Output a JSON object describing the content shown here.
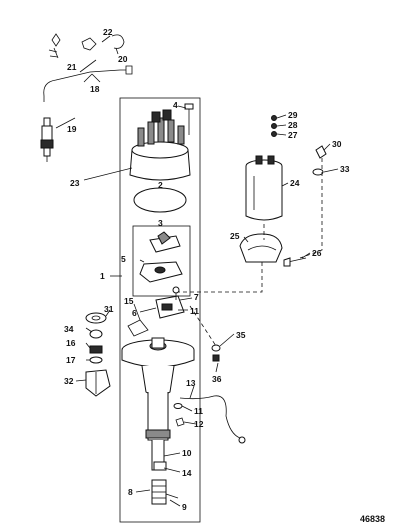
{
  "figure_number": "46838",
  "callouts": {
    "c1": "1",
    "c2": "2",
    "c3": "3",
    "c4": "4",
    "c5": "5",
    "c6": "6",
    "c7": "7",
    "c8": "8",
    "c9": "9",
    "c10": "10",
    "c11a": "11",
    "c11b": "11",
    "c12": "12",
    "c13": "13",
    "c14": "14",
    "c15": "15",
    "c16": "16",
    "c17": "17",
    "c18": "18",
    "c19": "19",
    "c20": "20",
    "c21": "21",
    "c22": "22",
    "c23": "23",
    "c24": "24",
    "c25": "25",
    "c26": "26",
    "c27": "27",
    "c28": "28",
    "c29": "29",
    "c30": "30",
    "c31": "31",
    "c32": "32",
    "c33": "33",
    "c34": "34",
    "c35": "35",
    "c36": "36"
  },
  "colors": {
    "ink": "#111111",
    "paper": "#ffffff"
  }
}
